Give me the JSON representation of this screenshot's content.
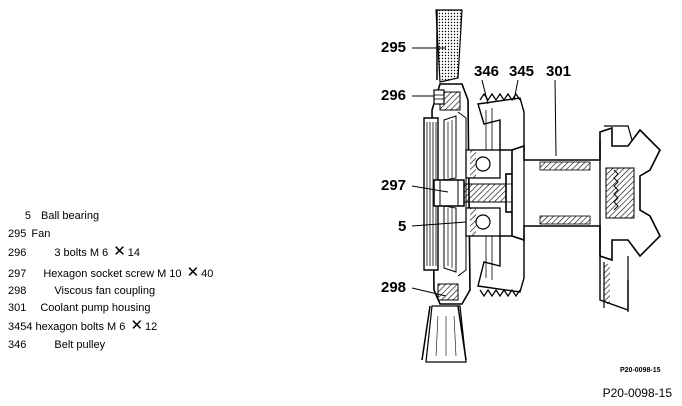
{
  "callouts": {
    "c295": "295",
    "c296": "296",
    "c346": "346",
    "c345": "345",
    "c301": "301",
    "c297": "297",
    "c5": "5",
    "c298": "298"
  },
  "legend": [
    {
      "num": "5",
      "text": "Ball bearing"
    },
    {
      "num": "295",
      "text": "Fan"
    },
    {
      "num": "296",
      "text": "3 bolts M 6 ",
      "mult": "✕",
      "after": "14"
    },
    {
      "num": "297",
      "text": "Hexagon socket screw M 10 ",
      "mult": "✕",
      "after": "40"
    },
    {
      "num": "298",
      "text": "Viscous fan coupling"
    },
    {
      "num": "301",
      "text": "Coolant pump housing"
    },
    {
      "num": "3454",
      "text": "hexagon bolts M 6 ",
      "mult": "✕",
      "after": "12"
    },
    {
      "num": "346",
      "text": "Belt pulley"
    }
  ],
  "reference": {
    "small": "P20-0098-15",
    "footer": "P20-0098-15"
  }
}
